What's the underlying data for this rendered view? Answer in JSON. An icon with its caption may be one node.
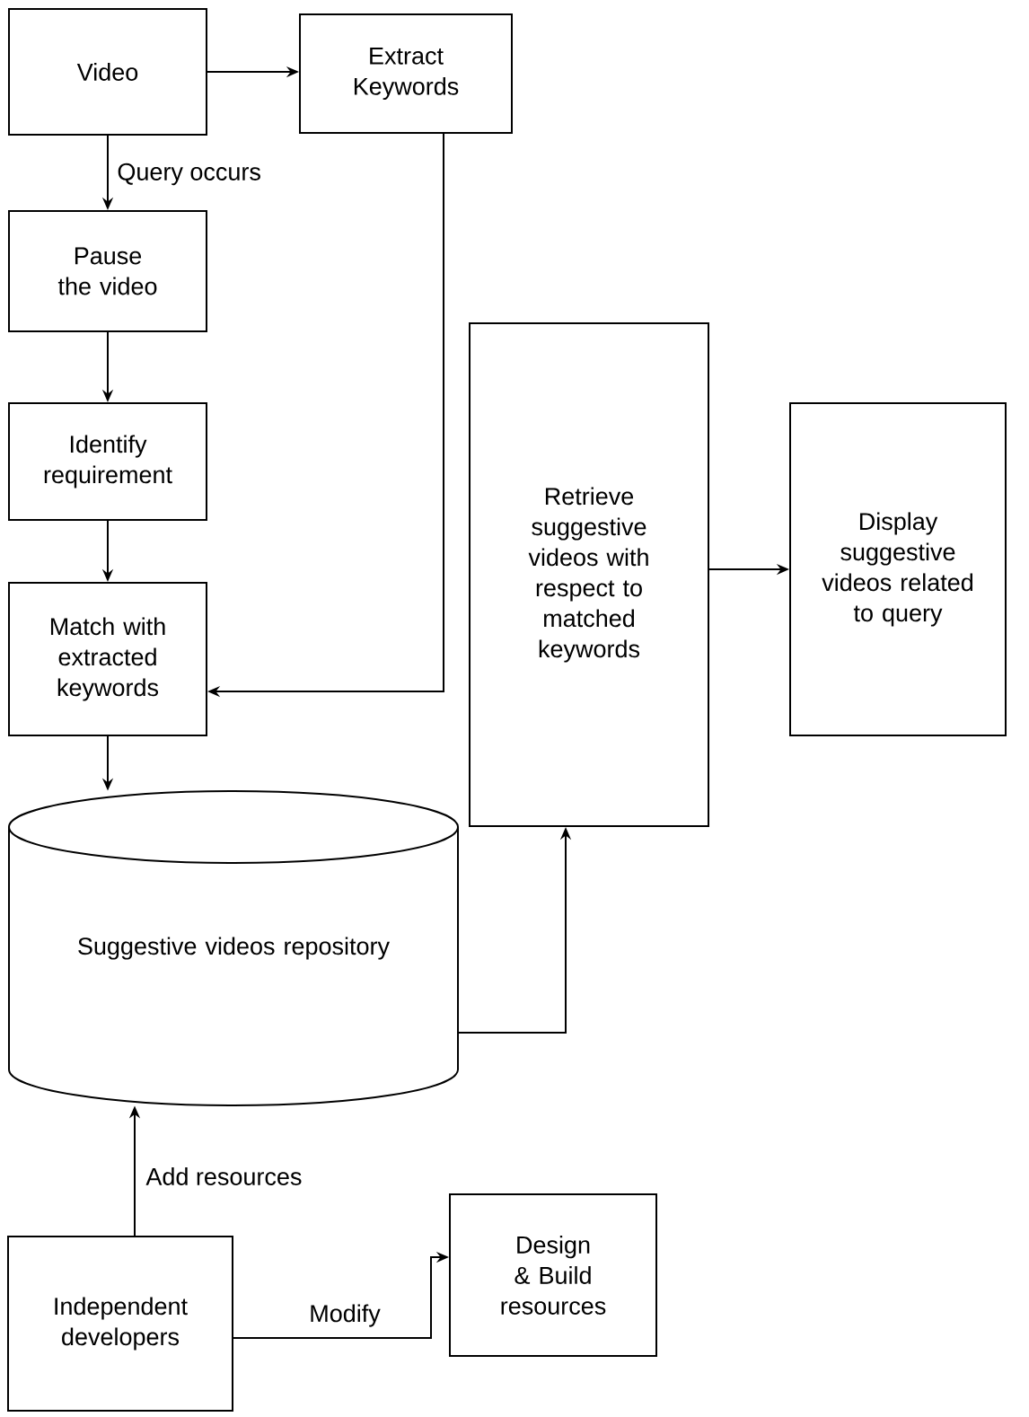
{
  "diagram": {
    "nodes": [
      {
        "text": [
          "Video"
        ]
      },
      {
        "text": [
          "Extract Keywords"
        ]
      },
      {
        "text": [
          "Pause the video"
        ]
      },
      {
        "text": [
          "Identify requirement"
        ]
      },
      {
        "text": [
          "Match with extracted keywords"
        ]
      },
      {
        "text": [
          "Suggestive videos repository"
        ]
      },
      {
        "text": [
          "Retrieve suggestive videos with respect to matched keywords"
        ]
      },
      {
        "text": [
          "Display suggestive videos related to query"
        ]
      },
      {
        "text": [
          "Independent developers"
        ]
      },
      {
        "text": [
          "Design & Build resources"
        ]
      }
    ],
    "edges": [
      {
        "from": 0,
        "to": 1,
        "arrow": "to"
      },
      {
        "from": 0,
        "to": 2,
        "arrow": "to",
        "label": "Query occurs"
      },
      {
        "from": 2,
        "to": 3,
        "arrow": "to"
      },
      {
        "from": 3,
        "to": 4,
        "arrow": "to"
      },
      {
        "from": 1,
        "to": 4,
        "arrow": "to"
      },
      {
        "from": 4,
        "to": 5,
        "arrow": "to"
      },
      {
        "from": 5,
        "to": 6,
        "arrow": "to"
      },
      {
        "from": 6,
        "to": 7,
        "arrow": "to"
      },
      {
        "from": 8,
        "to": 5,
        "arrow": "to",
        "label": "Add resources"
      },
      {
        "from": 8,
        "to": 9,
        "arrow": "to",
        "label": "Modify"
      }
    ]
  }
}
